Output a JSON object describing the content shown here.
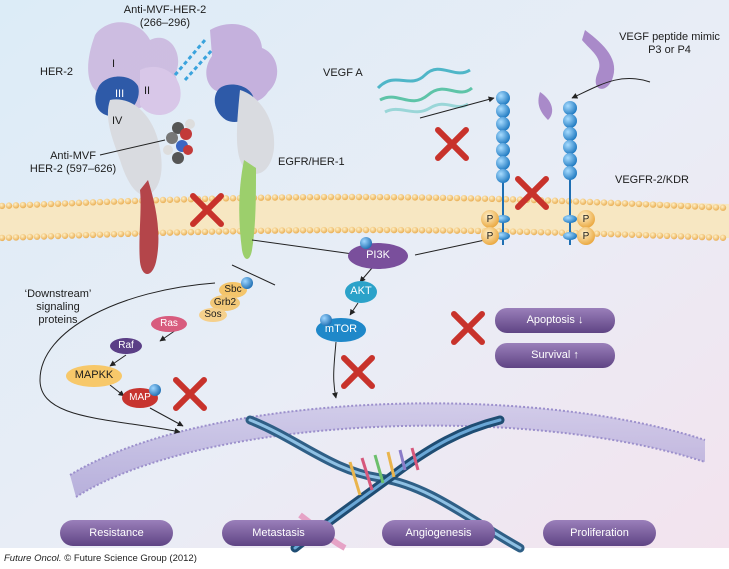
{
  "labels": {
    "anti_mvf_her2_top_line1": "Anti-MVF-HER-2",
    "anti_mvf_her2_top_line2": "(266–296)",
    "her2": "HER-2",
    "domain_i": "I",
    "domain_ii": "II",
    "domain_iii": "III",
    "domain_iv": "IV",
    "anti_mvf_her2_bottom_line1": "Anti-MVF",
    "anti_mvf_her2_bottom_line2": "HER-2 (597–626)",
    "egfr": "EGFR/HER-1",
    "vegf_a": "VEGF A",
    "vegf_mimic_line1": "VEGF peptide mimic",
    "vegf_mimic_line2": "P3 or P4",
    "vegfr2": "VEGFR-2/KDR",
    "downstream_line1": "‘Downstream’",
    "downstream_line2": "signaling",
    "downstream_line3": "proteins"
  },
  "nodes": {
    "sbc": "Sbc",
    "grb2": "Grb2",
    "sos": "Sos",
    "ras": "Ras",
    "raf": "Raf",
    "mapkk": "MAPKK",
    "map": "MAP",
    "pi3k": "PI3K",
    "akt": "AKT",
    "mtor": "mTOR",
    "phospho": "P"
  },
  "effects": {
    "apoptosis": "Apoptosis",
    "apoptosis_arrow": "↓",
    "survival": "Survival",
    "survival_arrow": "↑"
  },
  "outcomes": [
    "Resistance",
    "Metastasis",
    "Angiogenesis",
    "Proliferation"
  ],
  "credit": {
    "journal": "Future Oncol.",
    "rest": " © Future Science Group (2012)"
  },
  "colors": {
    "inhibit_x": "#c8322b",
    "outcome_box": "#7a5a9a",
    "membrane_head": "#f2c26a",
    "receptor_beads": "#2f8fcf"
  }
}
